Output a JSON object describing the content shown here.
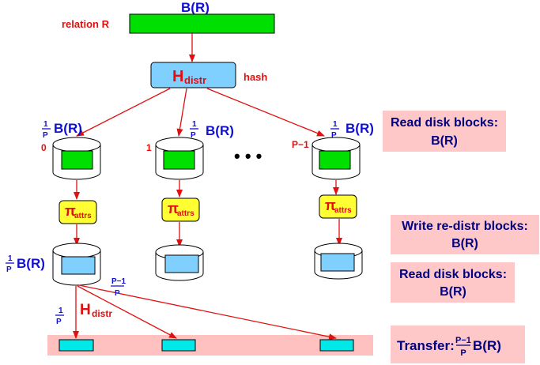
{
  "relation": {
    "top_label": "B(R)",
    "side_label": "relation R",
    "fill_color": "#00e000"
  },
  "hash_box": {
    "main": "H",
    "sub": "distr",
    "side_label": "hash",
    "fill_color": "#7fcfff"
  },
  "frac": {
    "num": "1",
    "den": "P",
    "num_pm": "P−1"
  },
  "partitions": [
    {
      "index": "0",
      "size": "B(R)"
    },
    {
      "index": "1",
      "size": "B(R)"
    },
    {
      "index": "P−1",
      "size": "B(R)"
    }
  ],
  "ellipsis": "• • •",
  "projection": {
    "symbol": "π",
    "sub": "attrs",
    "fill_color": "#ffff33"
  },
  "bottom_partition": {
    "size": "B(R)"
  },
  "redist_hash": {
    "main": "H",
    "sub": "distr"
  },
  "cost_notes": {
    "read_disk_1": {
      "line1": "Read disk blocks:",
      "line2": "B(R)"
    },
    "write_redistr": {
      "line1": "Write re-distr blocks:",
      "line2": "B(R)"
    },
    "read_disk_2": {
      "line1": "Read disk blocks:",
      "line2": "B(R)"
    },
    "transfer": {
      "label": "Transfer:",
      "size": "B(R)"
    },
    "box_color": "#ffc8c8"
  },
  "colors": {
    "arrow": "#e01010",
    "label_blue": "#1010d0",
    "label_red": "#e01010",
    "network_bar": "#ffc0c0",
    "packet": "#00e8e8",
    "disk_block_green": "#00e000",
    "disk_block_blue": "#7fcfff"
  }
}
